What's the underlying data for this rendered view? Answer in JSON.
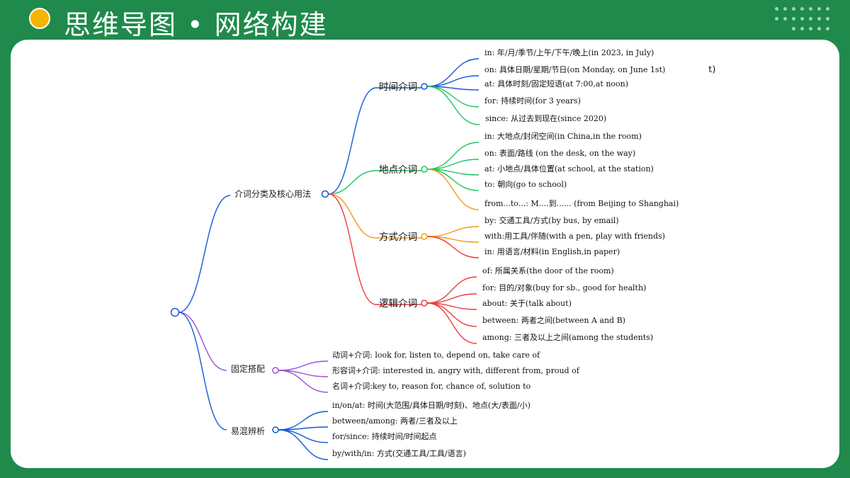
{
  "header": {
    "title": "思维导图 • 网络构建",
    "accent": "#f5b400",
    "background": "#1f8a4c"
  },
  "stray_text": "t)",
  "mindmap": {
    "colors": {
      "blue": "#1559d6",
      "green": "#20c463",
      "orange": "#f39a12",
      "red": "#ef3b3b",
      "purple": "#9b4fd6"
    },
    "branches": [
      {
        "label": "介词分类及核心用法",
        "color_key": "blue",
        "children": [
          {
            "label": "时间介词",
            "color_key": "blue",
            "leaves": [
              {
                "text": "in: 年/月/季节/上午/下午/晚上(in 2023, in July)",
                "color_key": "blue"
              },
              {
                "text": "on: 具体日期/星期/节日(on Monday, on June 1st)",
                "color_key": "blue"
              },
              {
                "text": "at: 具体时刻/固定短语(at 7:00,at noon)",
                "color_key": "blue"
              },
              {
                "text": "for: 持续时间(for 3 years)",
                "color_key": "green"
              },
              {
                "text": "since: 从过去到现在(since 2020)",
                "color_key": "green"
              }
            ]
          },
          {
            "label": "地点介词",
            "color_key": "green",
            "leaves": [
              {
                "text": "in: 大地点/封闭空间(in China,in the room)",
                "color_key": "green"
              },
              {
                "text": "on: 表面/路线 (on the desk, on the way)",
                "color_key": "green"
              },
              {
                "text": "at: 小地点/具体位置(at school, at the station)",
                "color_key": "green"
              },
              {
                "text": "to: 朝向(go to school)",
                "color_key": "green"
              },
              {
                "text": "from...to...: M....到...... (from Beijing to Shanghai)",
                "color_key": "orange"
              }
            ]
          },
          {
            "label": "方式介词",
            "color_key": "orange",
            "leaves": [
              {
                "text": "by: 交通工具/方式(by bus, by email)",
                "color_key": "orange"
              },
              {
                "text": "with:用工具/伴随(with a pen, play with friends)",
                "color_key": "orange"
              },
              {
                "text": "in: 用语言/材料(in English,in paper)",
                "color_key": "red"
              }
            ]
          },
          {
            "label": "逻辑介词",
            "color_key": "red",
            "leaves": [
              {
                "text": "of: 所属关系(the door of the room)",
                "color_key": "red"
              },
              {
                "text": "for: 目的/对象(buy for sb., good for health)",
                "color_key": "red"
              },
              {
                "text": "about: 关于(talk about)",
                "color_key": "red"
              },
              {
                "text": "between: 两者之间(between A and B)",
                "color_key": "red"
              },
              {
                "text": "among: 三者及以上之间(among the students)",
                "color_key": "red"
              }
            ]
          }
        ]
      },
      {
        "label": "固定搭配",
        "color_key": "purple",
        "leaves": [
          {
            "text": "动词+介词: look for, listen to, depend on, take care of",
            "color_key": "purple"
          },
          {
            "text": "形容词+介词: interested in, angry with, different from, proud of",
            "color_key": "purple"
          },
          {
            "text": "名词+介词:key to, reason for, chance of, solution to",
            "color_key": "purple"
          }
        ]
      },
      {
        "label": "易混辨析",
        "color_key": "blue",
        "leaves": [
          {
            "text": "in/on/at: 时间(大范围/具体日期/时刻)、地点(大/表面/小)",
            "color_key": "blue"
          },
          {
            "text": "between/among: 两者/三者及以上",
            "color_key": "blue"
          },
          {
            "text": "for/since: 持续时间/时间起点",
            "color_key": "blue"
          },
          {
            "text": "by/with/in: 方式(交通工具/工具/语言)",
            "color_key": "blue"
          }
        ]
      }
    ]
  }
}
